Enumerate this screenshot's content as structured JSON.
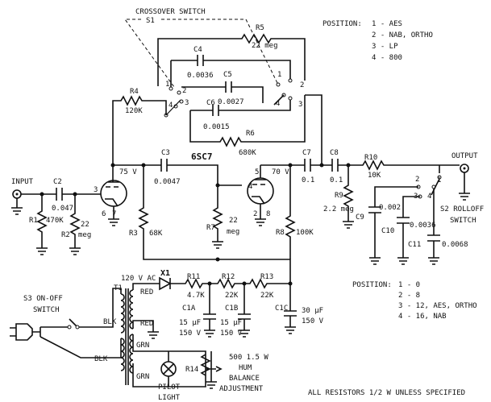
{
  "title": {
    "switch_label": "CROSSOVER SWITCH",
    "s1": "S1"
  },
  "tubes": {
    "v1": "6SC7",
    "v1_plate_voltage": "75 V",
    "v2_plate_voltage": "70 V"
  },
  "input": {
    "label": "INPUT"
  },
  "output": {
    "label": "OUTPUT"
  },
  "components": {
    "r1": {
      "ref": "R1",
      "value": "470K"
    },
    "r2": {
      "ref": "R2",
      "value1": "22",
      "value2": "meg"
    },
    "r3": {
      "ref": "R3",
      "value": "68K"
    },
    "r4": {
      "ref": "R4",
      "value": "120K"
    },
    "r5": {
      "ref": "R5",
      "value": "22 meg"
    },
    "r6": {
      "ref": "R6",
      "value": "680K"
    },
    "r7": {
      "ref": "R7",
      "value1": "22",
      "value2": "meg"
    },
    "r8": {
      "ref": "R8",
      "value": "100K"
    },
    "r9": {
      "ref": "R9",
      "value": "2.2 meg"
    },
    "r10": {
      "ref": "R10",
      "value": "10K"
    },
    "r11": {
      "ref": "R11",
      "value": "4.7K"
    },
    "r12": {
      "ref": "R12",
      "value": "22K"
    },
    "r13": {
      "ref": "R13",
      "value": "22K"
    },
    "r14": {
      "ref": "R14",
      "value": "500 1.5 W",
      "note1": "HUM",
      "note2": "BALANCE",
      "note3": "ADJUSTMENT"
    },
    "c2": {
      "ref": "C2",
      "value": "0.047"
    },
    "c3": {
      "ref": "C3",
      "value": "0.0047"
    },
    "c4": {
      "ref": "C4",
      "value": "0.0036"
    },
    "c5": {
      "ref": "C5",
      "value": "0.0027"
    },
    "c6": {
      "ref": "C6",
      "value": "0.0015"
    },
    "c7": {
      "ref": "C7",
      "value": "0.1"
    },
    "c8": {
      "ref": "C8",
      "value": "0.1"
    },
    "c9": {
      "ref": "C9",
      "value": "0.002"
    },
    "c10": {
      "ref": "C10",
      "value": "0.0036"
    },
    "c11": {
      "ref": "C11",
      "value": "0.0068"
    },
    "c1a": {
      "ref": "C1A",
      "value1": "15 µF",
      "value2": "150 V"
    },
    "c1b": {
      "ref": "C1B",
      "value1": "15 µF",
      "value2": "150 V"
    },
    "c1c": {
      "ref": "C1C",
      "value1": "30 µF",
      "value2": "150 V"
    },
    "x1": {
      "ref": "X1"
    },
    "t1": {
      "ref": "T1",
      "ac": "120 V AC"
    },
    "s2": {
      "ref": "S2 ROLLOFF",
      "line2": "SWITCH"
    },
    "s3": {
      "ref": "S3 ON-OFF",
      "line2": "SWITCH"
    },
    "pilot": {
      "line1": "PILOT",
      "line2": "LIGHT"
    }
  },
  "wire_labels": {
    "red1": "RED",
    "red2": "RED",
    "blk1": "BLK",
    "blk2": "BLK",
    "grn1": "GRN",
    "grn2": "GRN"
  },
  "crossover_positions": {
    "heading": "POSITION:",
    "items": [
      "1 - AES",
      "2 - NAB, ORTHO",
      "3 - LP",
      "4 - 800"
    ]
  },
  "rolloff_positions": {
    "heading": "POSITION:",
    "items": [
      "1 - 0",
      "2 - 8",
      "3 - 12, AES, ORTHO",
      "4 - 16, NAB"
    ]
  },
  "footnote": "ALL RESISTORS 1/2 W UNLESS SPECIFIED"
}
